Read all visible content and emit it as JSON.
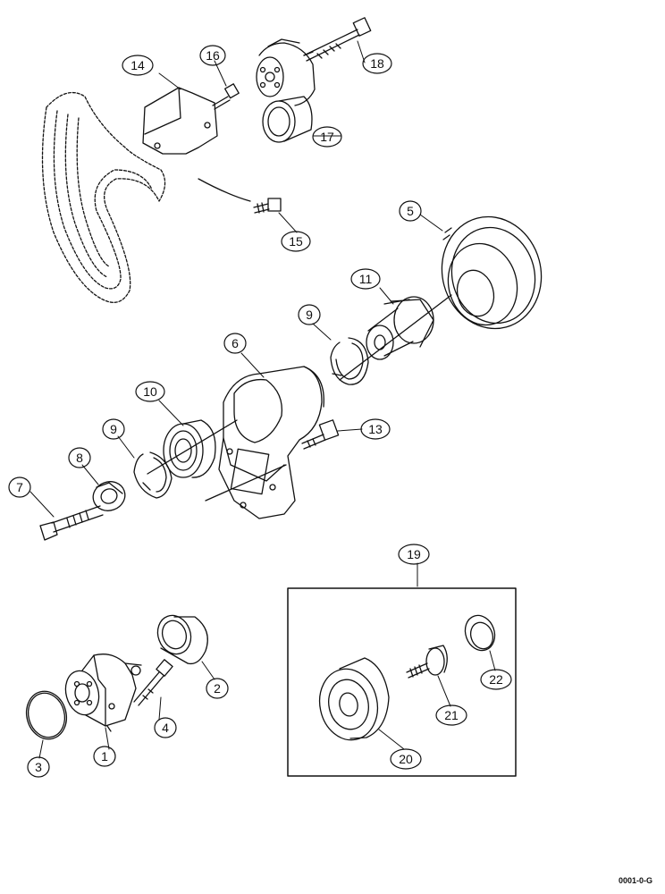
{
  "callouts": {
    "c1": "1",
    "c2": "2",
    "c3": "3",
    "c4": "4",
    "c5": "5",
    "c6": "6",
    "c7": "7",
    "c8": "8",
    "c9a": "9",
    "c9b": "9",
    "c10": "10",
    "c11": "11",
    "c13": "13",
    "c14": "14",
    "c15": "15",
    "c16": "16",
    "c17": "17",
    "c18": "18",
    "c19": "19",
    "c20": "20",
    "c21": "21",
    "c22": "22"
  },
  "reference_code": "0001-0-G"
}
